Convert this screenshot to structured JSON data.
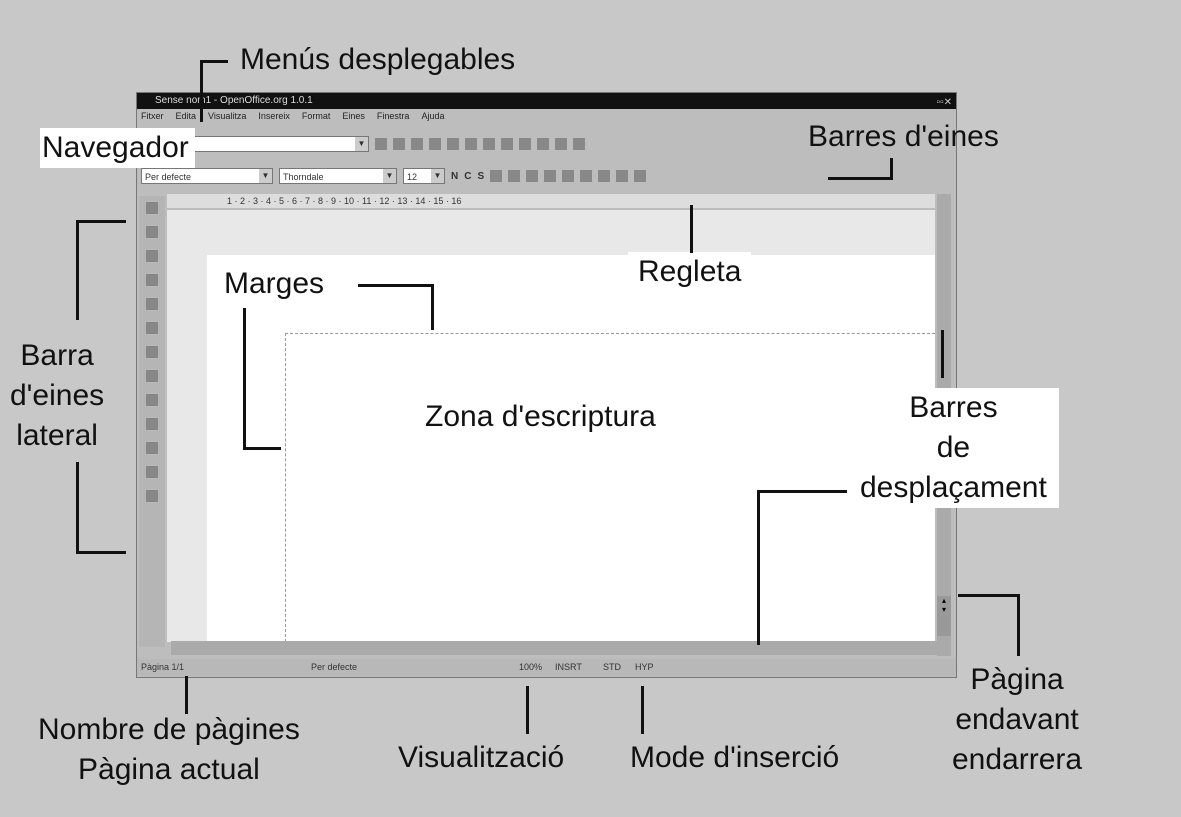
{
  "window": {
    "title": "Sense nom1 - OpenOffice.org 1.0.1",
    "menu": [
      "Fitxer",
      "Edita",
      "Visualitza",
      "Insereix",
      "Format",
      "Eines",
      "Finestra",
      "Ajuda"
    ],
    "style_combo": "Per defecte",
    "font_combo": "Thorndale",
    "size_combo": "12",
    "format_buttons": [
      "N",
      "C",
      "S"
    ],
    "ruler": "1 · 2 · 3 · 4 · 5 · 6 · 7 · 8 · 9 · 10 · 11 · 12 · 13 · 14 · 15 · 16",
    "status": {
      "page": "Pàgina 1/1",
      "style": "Per defecte",
      "zoom": "100%",
      "insert": "INSRT",
      "std": "STD",
      "hyp": "HYP"
    }
  },
  "annotations": {
    "menus": "Menús desplegables",
    "navigator": "Navegador",
    "toolbars": "Barres d'eines",
    "ruler": "Regleta",
    "margins": "Marges",
    "side_bar": [
      "Barra",
      "d'eines",
      "lateral"
    ],
    "writing_zone": "Zona d'escriptura",
    "scrollbars": [
      "Barres",
      "de",
      "desplaçament"
    ],
    "page_nav": [
      "Pàgina",
      "endavant",
      "endarrera"
    ],
    "page_count": [
      "Nombre de pàgines",
      "Pàgina actual"
    ],
    "view": "Visualització",
    "insert_mode": "Mode d'inserció"
  }
}
